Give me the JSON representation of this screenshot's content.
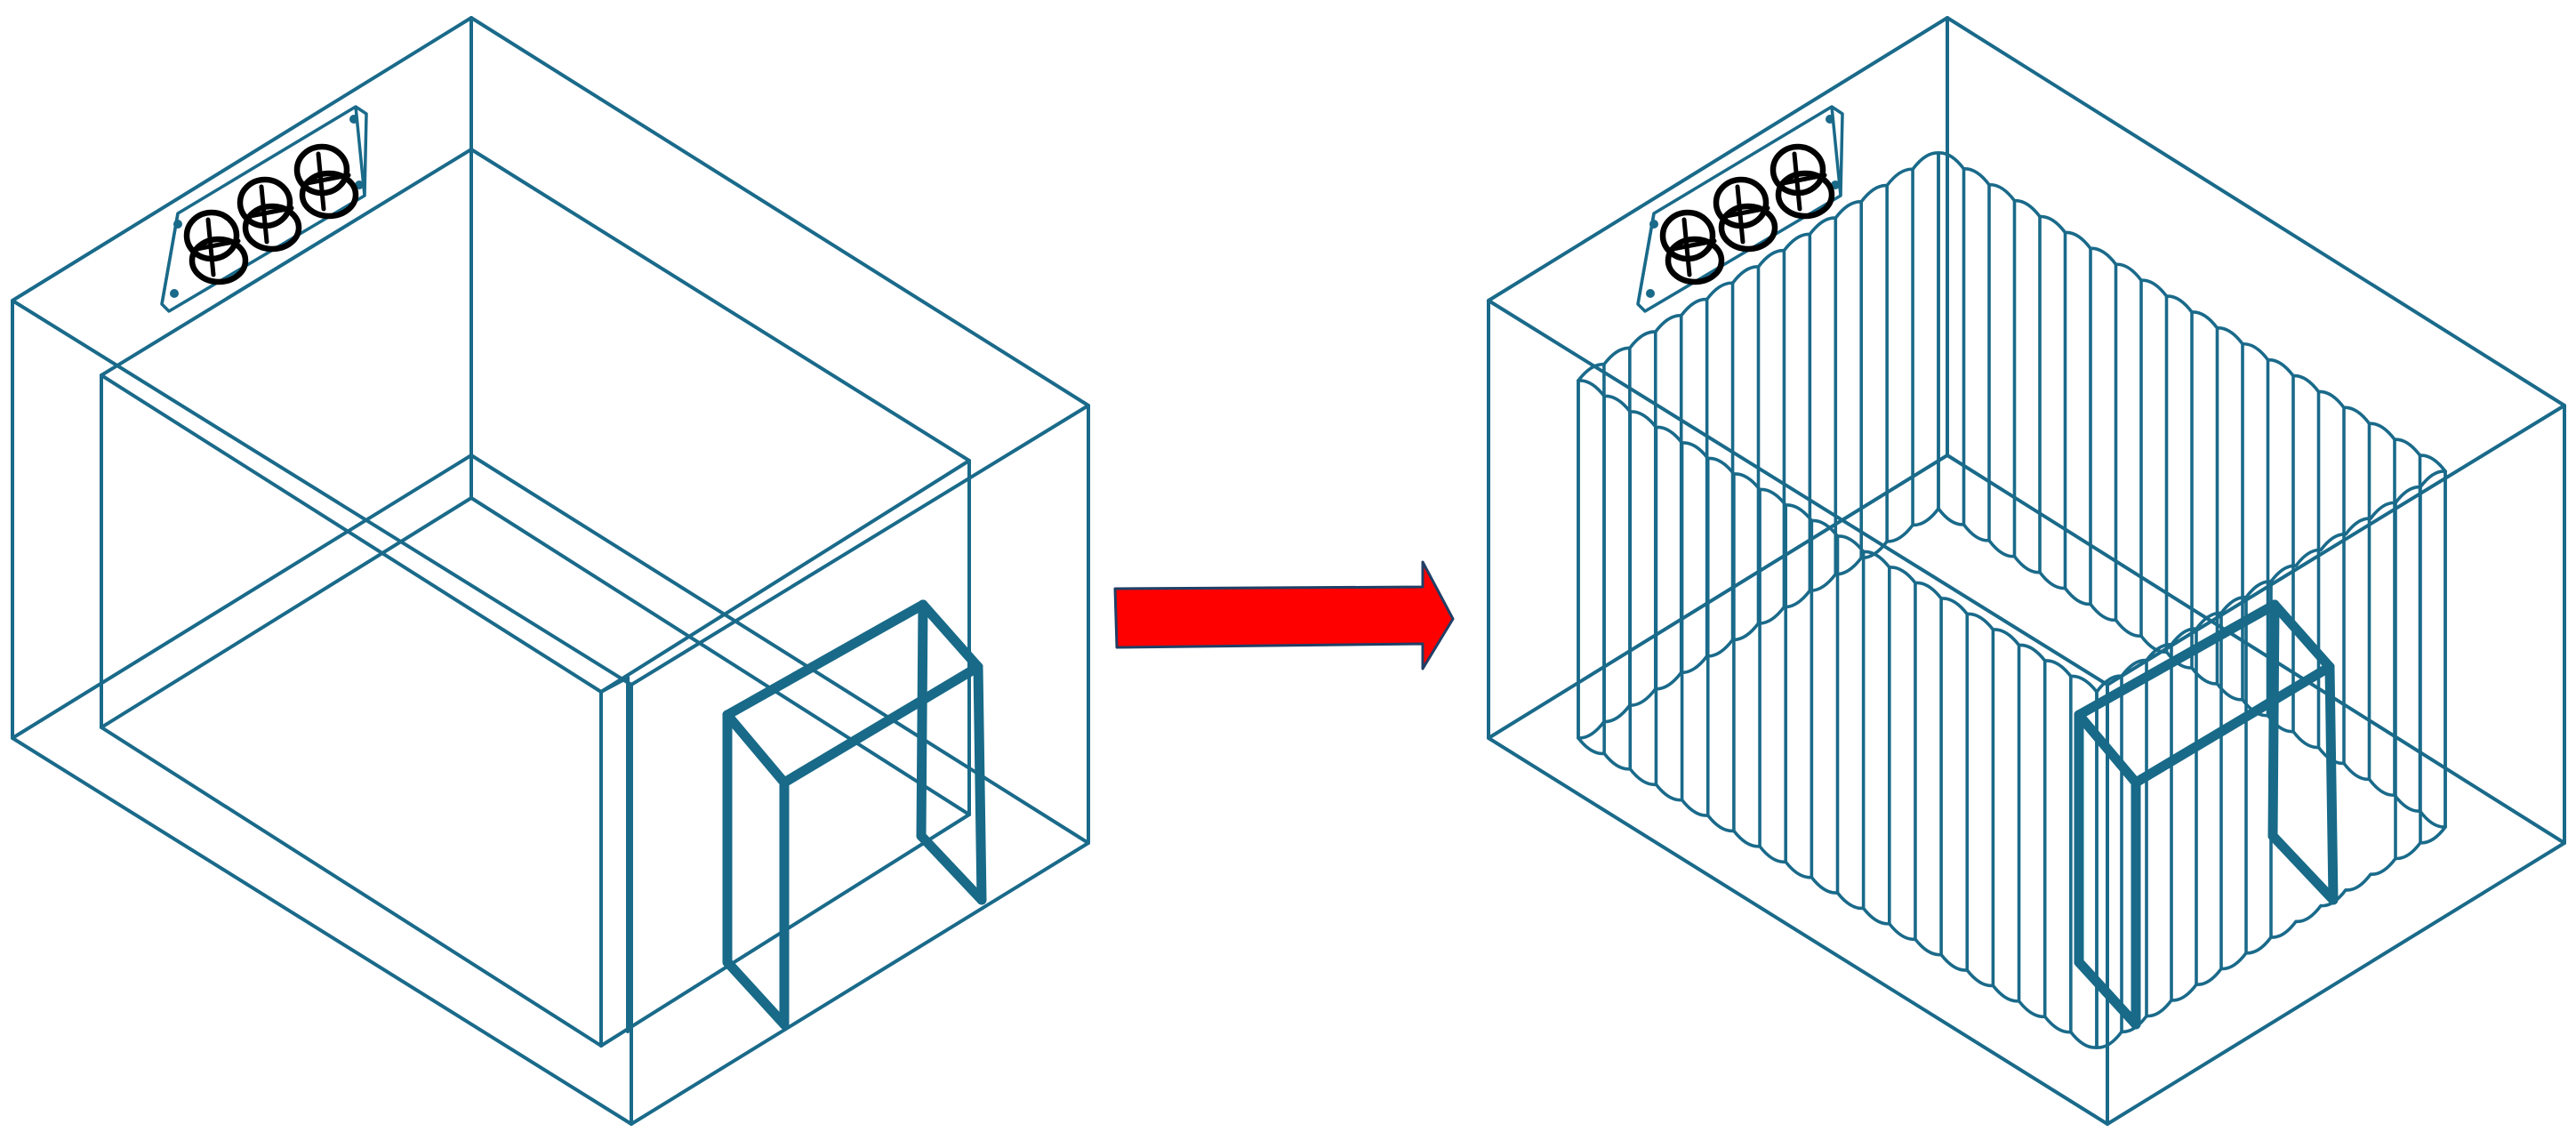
{
  "figure": {
    "panels": [
      {
        "id": "before",
        "content": "enclosure-with-inner-room"
      },
      {
        "id": "after",
        "content": "enclosure-with-vertical-pleated-curtain"
      }
    ],
    "transition": "arrow-right",
    "fan_units": 3,
    "colors": {
      "frame": "#1a6a8a",
      "door": "#186a88",
      "arrow_fill": "#ff0000",
      "arrow_outline": "#1f3f66",
      "fan": "#000000",
      "background": "#ffffff"
    },
    "icons": {
      "fan_unit": "fan-filter-unit-icon",
      "transition": "arrow-right-icon"
    }
  }
}
